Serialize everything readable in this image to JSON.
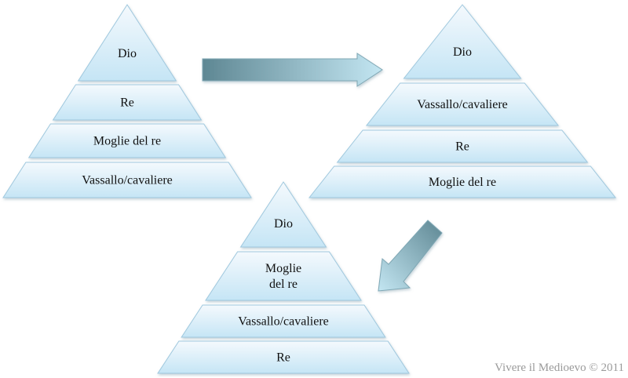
{
  "pyramids": [
    {
      "levels": [
        {
          "label": "Dio"
        },
        {
          "label": "Re"
        },
        {
          "label": "Moglie del re"
        },
        {
          "label": "Vassallo/cavaliere"
        }
      ]
    },
    {
      "levels": [
        {
          "label": "Dio"
        },
        {
          "label": "Vassallo/cavaliere"
        },
        {
          "label": "Re"
        },
        {
          "label": "Moglie del re"
        }
      ]
    },
    {
      "levels": [
        {
          "label": "Dio"
        },
        {
          "label": "Moglie\ndel re"
        },
        {
          "label": "Vassallo/cavaliere"
        },
        {
          "label": "Re"
        }
      ]
    }
  ],
  "footer": {
    "watermark": "Vivere il Medioevo © 2011"
  },
  "colors": {
    "level_fill_top": "#f4f9fd",
    "level_fill_bottom": "#c5e5f5",
    "level_stroke": "#9fc8de",
    "arrow_dark": "#5e8793",
    "arrow_light": "#c3e6f2"
  }
}
